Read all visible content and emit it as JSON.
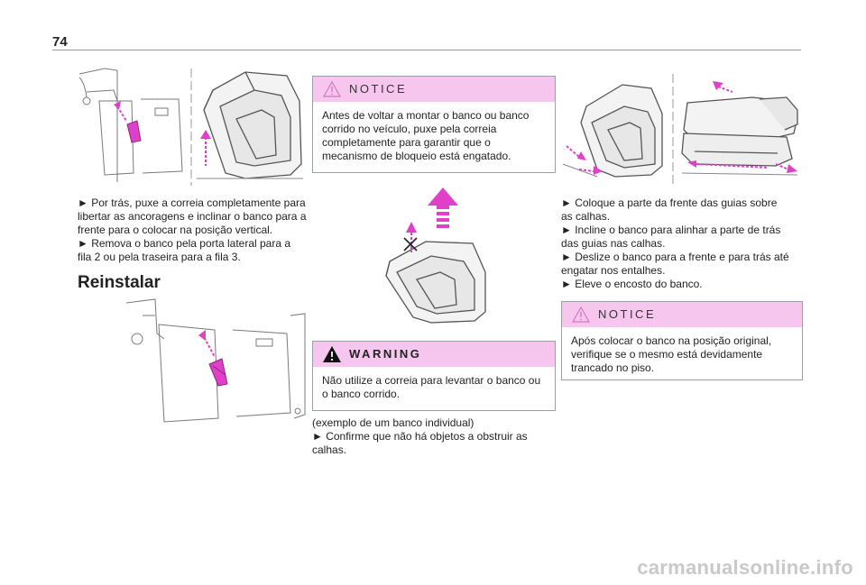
{
  "page_number": "74",
  "col1": {
    "lines": [
      "► Por trás, puxe a correia completamente para",
      "libertar as ancoragens e inclinar o banco para a",
      "frente para o colocar na posição vertical.",
      "► Remova o banco pela porta lateral para a",
      "fila 2 ou pela traseira para a fila 3."
    ],
    "heading": "Reinstalar"
  },
  "notice1": {
    "label": "NOTICE",
    "lines": [
      "Antes de voltar a montar o banco ou banco",
      "corrido no veículo, puxe pela correia",
      "completamente para garantir que o",
      "mecanismo de bloqueio está engatado."
    ]
  },
  "warning": {
    "label": "WARNING",
    "lines": [
      "Não utilize a correia para levantar o banco ou",
      "o banco corrido."
    ]
  },
  "col2_bottom": {
    "lines": [
      "(exemplo de um banco individual)",
      "► Confirme que não há objetos a obstruir as",
      "calhas."
    ]
  },
  "col3": {
    "lines": [
      "► Coloque a parte da frente das guias sobre",
      "as calhas.",
      "► Incline o banco para alinhar a parte de trás",
      "das guias nas calhas.",
      "► Deslize o banco para a frente e para trás até",
      "engatar nos entalhes.",
      "► Eleve o encosto do banco."
    ]
  },
  "notice2": {
    "label": "NOTICE",
    "lines": [
      "Após colocar o banco na posição original,",
      "verifique se o mesmo está devidamente",
      "trancado no piso."
    ]
  },
  "watermark": "carmanualsonline.info",
  "colors": {
    "accent_pink": "#f6c6ef",
    "arrow_magenta": "#e040c8"
  }
}
